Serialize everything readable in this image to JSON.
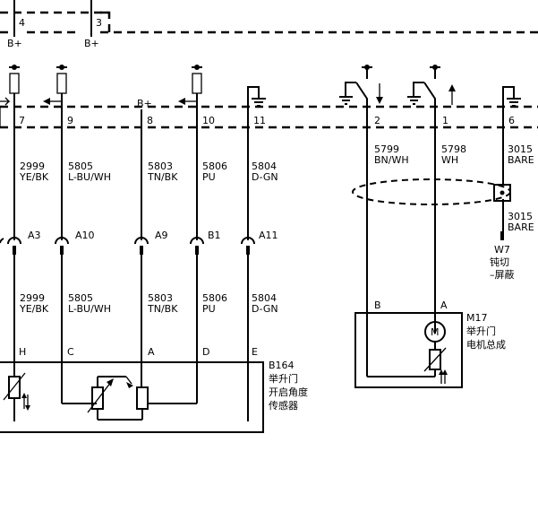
{
  "top_connector": {
    "pin_left": "4",
    "pin_right": "3",
    "supply_left": "B+",
    "supply_right": "B+"
  },
  "b_plus_mid": "B+",
  "pins_upper": [
    "7",
    "9",
    "8",
    "10",
    "11",
    "2",
    "1",
    "6"
  ],
  "wires_upper": [
    {
      "circuit": "2999",
      "color": "YE/BK"
    },
    {
      "circuit": "5805",
      "color": "L-BU/WH"
    },
    {
      "circuit": "5803",
      "color": "TN/BK"
    },
    {
      "circuit": "5806",
      "color": "PU"
    },
    {
      "circuit": "5804",
      "color": "D-GN"
    },
    {
      "circuit": "5799",
      "color": "BN/WH"
    },
    {
      "circuit": "5798",
      "color": "WH"
    },
    {
      "circuit": "3015",
      "color": "BARE"
    }
  ],
  "shield_drain": {
    "circuit": "3015",
    "color": "BARE"
  },
  "inline_connectors": [
    "A3",
    "A10",
    "A9",
    "B1",
    "A11"
  ],
  "wires_lower": [
    {
      "circuit": "2999",
      "color": "YE/BK"
    },
    {
      "circuit": "5805",
      "color": "L-BU/WH"
    },
    {
      "circuit": "5803",
      "color": "TN/BK"
    },
    {
      "circuit": "5806",
      "color": "PU"
    },
    {
      "circuit": "5804",
      "color": "D-GN"
    }
  ],
  "sensor": {
    "pins": [
      "H",
      "C",
      "A",
      "D",
      "E"
    ],
    "id": "B164",
    "name_line1": "举升门",
    "name_line2": "开启角度",
    "name_line3": "传感器"
  },
  "motor": {
    "pins": [
      "B",
      "A"
    ],
    "id": "M17",
    "name_line1": "举升门",
    "name_line2": "电机总成",
    "symbol": "M"
  },
  "ground_ref": {
    "id": "W7",
    "line1": "钝切",
    "line2": "–屏蔽"
  }
}
